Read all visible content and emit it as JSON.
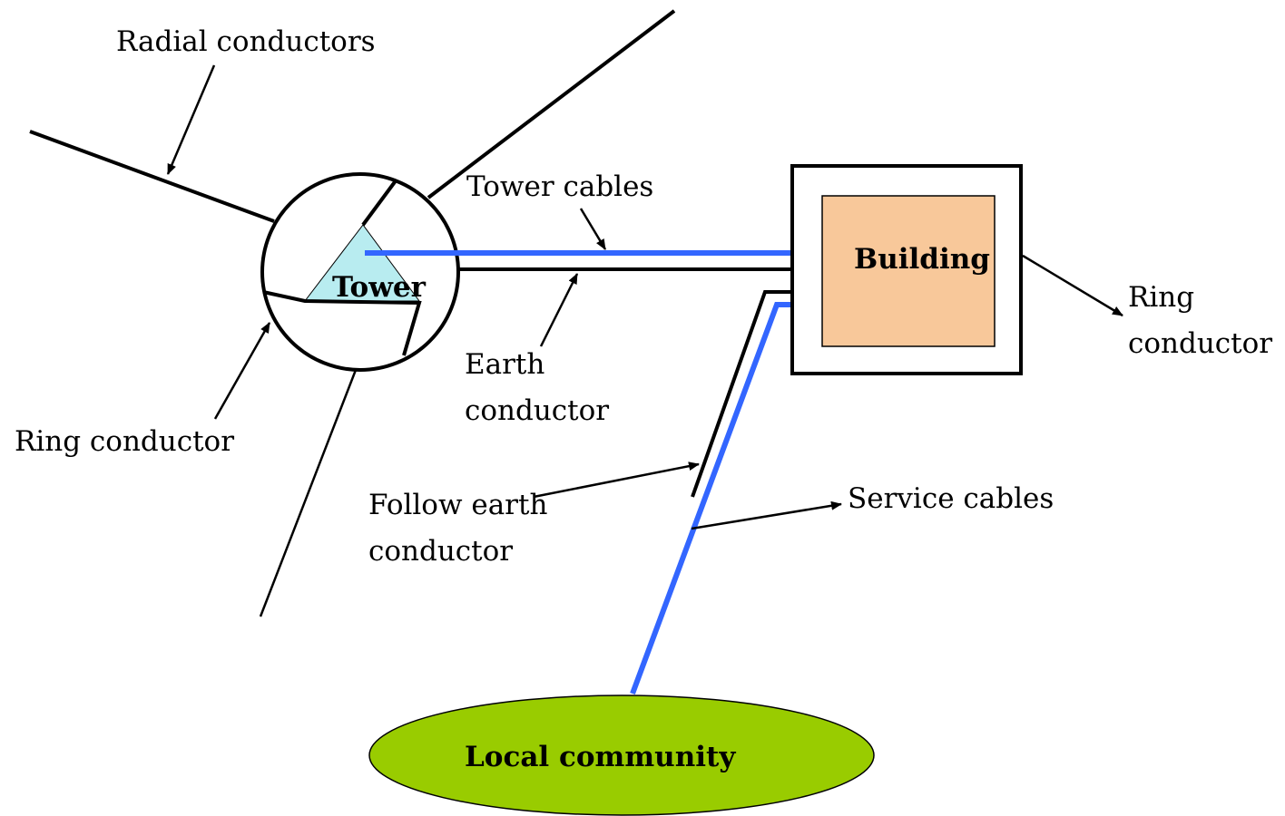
{
  "labels": {
    "radial_conductors": "Radial conductors",
    "tower": "Tower",
    "tower_cables": "Tower cables",
    "building": "Building",
    "ring_conductor_left": "Ring conductor",
    "ring_conductor_right_line1": "Ring",
    "ring_conductor_right_line2": "conductor",
    "earth_conductor_line1": "Earth",
    "earth_conductor_line2": "conductor",
    "follow_earth_line1": "Follow earth",
    "follow_earth_line2": "conductor",
    "service_cables": "Service cables",
    "local_community": "Local community"
  },
  "colors": {
    "cable_blue": "#3366ff",
    "tower_fill": "#b8ecf0",
    "building_fill": "#f8c89a",
    "community_fill": "#99cc00",
    "line": "#000000"
  }
}
